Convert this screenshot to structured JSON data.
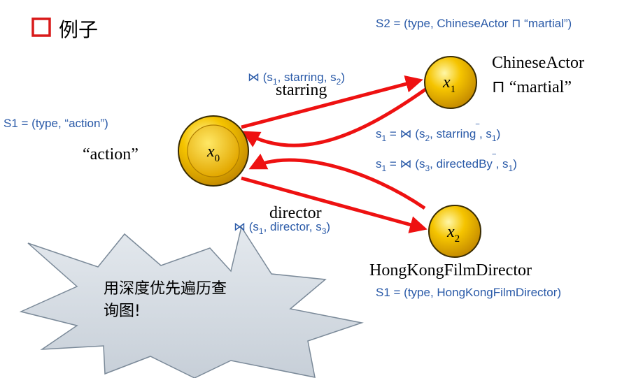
{
  "header": {
    "title": "例子"
  },
  "nodes": {
    "x0": {
      "var": "x",
      "sub": "0",
      "label": "“action”",
      "spec": "S1 = (type, “action”)"
    },
    "x1": {
      "var": "x",
      "sub": "1",
      "label_line1": "ChineseActor",
      "label_line2": "⊓ “martial”",
      "spec": "S2 = (type, ChineseActor ⊓ “martial”)"
    },
    "x2": {
      "var": "x",
      "sub": "2",
      "label": "HongKongFilmDirector",
      "spec": "S1 = (type, HongKongFilmDirector)"
    }
  },
  "edges": {
    "starring": {
      "label": "starring",
      "join": {
        "pre": "⋈ (s",
        "s1": "1",
        "mid": ", starring, s",
        "s2": "2",
        "post": ")"
      }
    },
    "director": {
      "label": "director",
      "join": {
        "pre": "⋈ (s",
        "s1": "1",
        "mid": ", director, s",
        "s2": "3",
        "post": ")"
      }
    },
    "reverse_starring": {
      "lhs": "s",
      "lhs_sub": "1",
      "eq": " = ⋈ (s",
      "a_sub": "2",
      "mid": ", starring",
      "sup": "‾",
      "tail": ", s",
      "b_sub": "1",
      "post": ")"
    },
    "reverse_directed": {
      "lhs": "s",
      "lhs_sub": "1",
      "eq": " = ⋈ (s",
      "a_sub": "3",
      "mid": ", directedBy",
      "sup": "‾",
      "tail": ", s",
      "b_sub": "1",
      "post": ")"
    }
  },
  "callout": {
    "line1": "用深度优先遍历查",
    "line2": "询图!"
  },
  "colors": {
    "arrow": "#ee1111",
    "node_fill": "#f5c400",
    "spec_text": "#2a5aa8",
    "bullet": "#d91a1a",
    "callout_fill": "#d5dbe1"
  }
}
